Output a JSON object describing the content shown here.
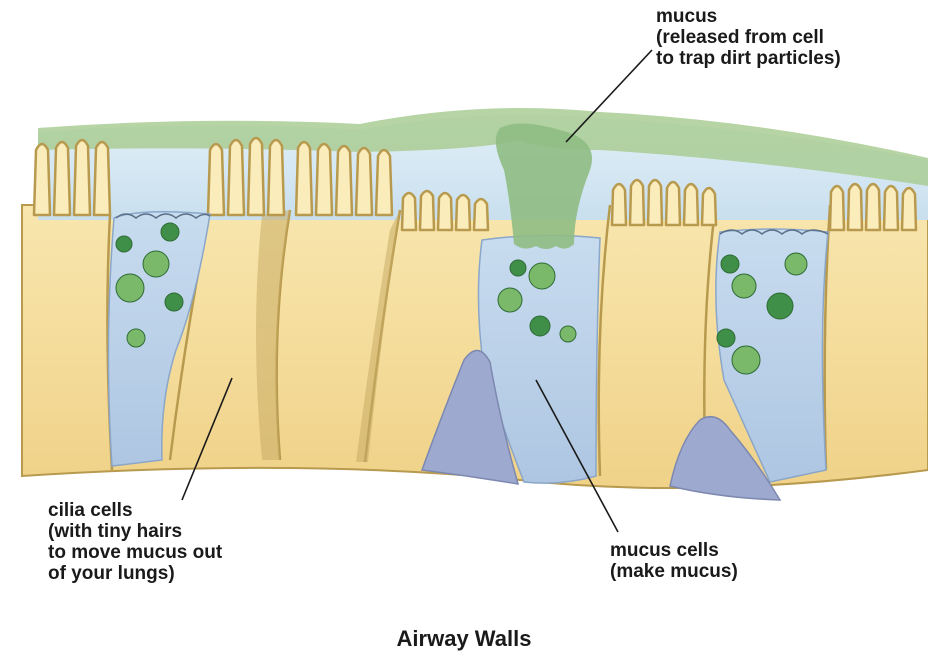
{
  "labels": {
    "mucus": [
      "mucus",
      "(released from cell",
      "to trap dirt particles)"
    ],
    "cilia_cells": [
      "cilia cells",
      "(with tiny hairs",
      "to move mucus out",
      "of your lungs)"
    ],
    "mucus_cells": [
      "mucus cells",
      "(make mucus)"
    ]
  },
  "title": "Airway Walls",
  "colors": {
    "cell_yellow": "#f3d890",
    "cell_yellow_light": "#f8e6ae",
    "cell_outline": "#b89a4e",
    "fluid_blue": "#cfe4f1",
    "mucus_cell_blue": "#b9cfe6",
    "basal_cell": "#9da9cf",
    "mucus_green": "#8fbd83",
    "granule_green": "#3f8f48",
    "granule_light": "#7ab86a"
  }
}
